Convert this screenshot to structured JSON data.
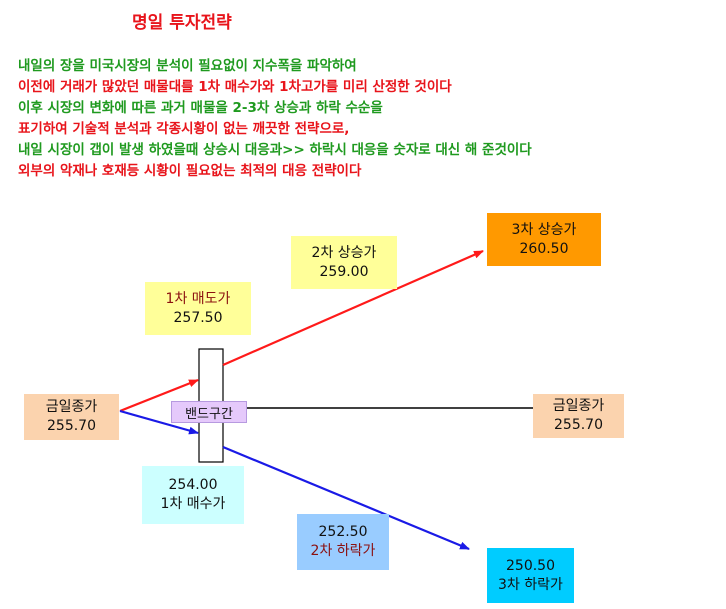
{
  "title": "명일 투자전략",
  "lines": [
    {
      "text": "내일의 장을 미국시장의 분석이 필요없이 지수폭을 파악하여",
      "color": "green"
    },
    {
      "text": "이전에 거래가 많았던 매물대를 1차 매수가와 1차고가를 미리 산정한 것이다",
      "color": "red"
    },
    {
      "text": "이후 시장의 변화에 따른 과거 매물을 2-3차 상승과 하락 수순을",
      "color": "green"
    },
    {
      "text": "표기하여 기술적  분석과 각종시황이 없는 깨끗한 전략으로,",
      "color": "red"
    },
    {
      "text": "내일 시장이 갭이 발생 하였을때 상승시 대응과>> 하락시 대응을 숫자로 대신 해 준것이다",
      "color": "green"
    },
    {
      "text": "외부의 악재나 호재등  시황이 필요없는 최적의 대응 전략이다",
      "color": "red"
    }
  ],
  "diagram": {
    "close_left": {
      "label": "금일종가",
      "value": "255.70"
    },
    "close_right": {
      "label": "금일종가",
      "value": "255.70"
    },
    "sell1": {
      "label": "1차 매도가",
      "value": "257.50"
    },
    "rise2": {
      "label": "2차 상승가",
      "value": "259.00"
    },
    "rise3": {
      "label": "3차 상승가",
      "value": "260.50"
    },
    "buy1": {
      "value": "254.00",
      "label": "1차 매수가"
    },
    "fall2": {
      "value": "252.50",
      "label": "2차 하락가"
    },
    "fall3": {
      "value": "250.50",
      "label": "3차 하락가"
    },
    "band": "밴드구간"
  },
  "colors": {
    "up_arrow": "#ff1a1a",
    "down_arrow": "#1a1ae6",
    "close_box": "#fbd3ae",
    "sell_box": "#ffff99",
    "rise3_box": "#ff9900",
    "buy_box": "#ccffff",
    "fall2_box": "#99ccff",
    "fall3_box": "#00ccff",
    "band_label": "#e5c9fb"
  }
}
